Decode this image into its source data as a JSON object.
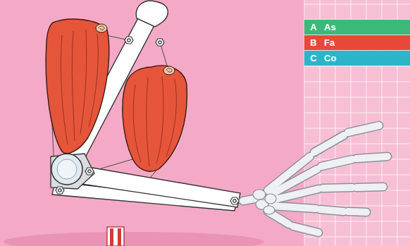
{
  "diagram": {
    "nodes": [
      {
        "text": [
          "A",
          "As"
        ]
      },
      {
        "text": [
          "B",
          "Fa"
        ]
      },
      {
        "text": [
          "C",
          "Co"
        ]
      }
    ]
  }
}
